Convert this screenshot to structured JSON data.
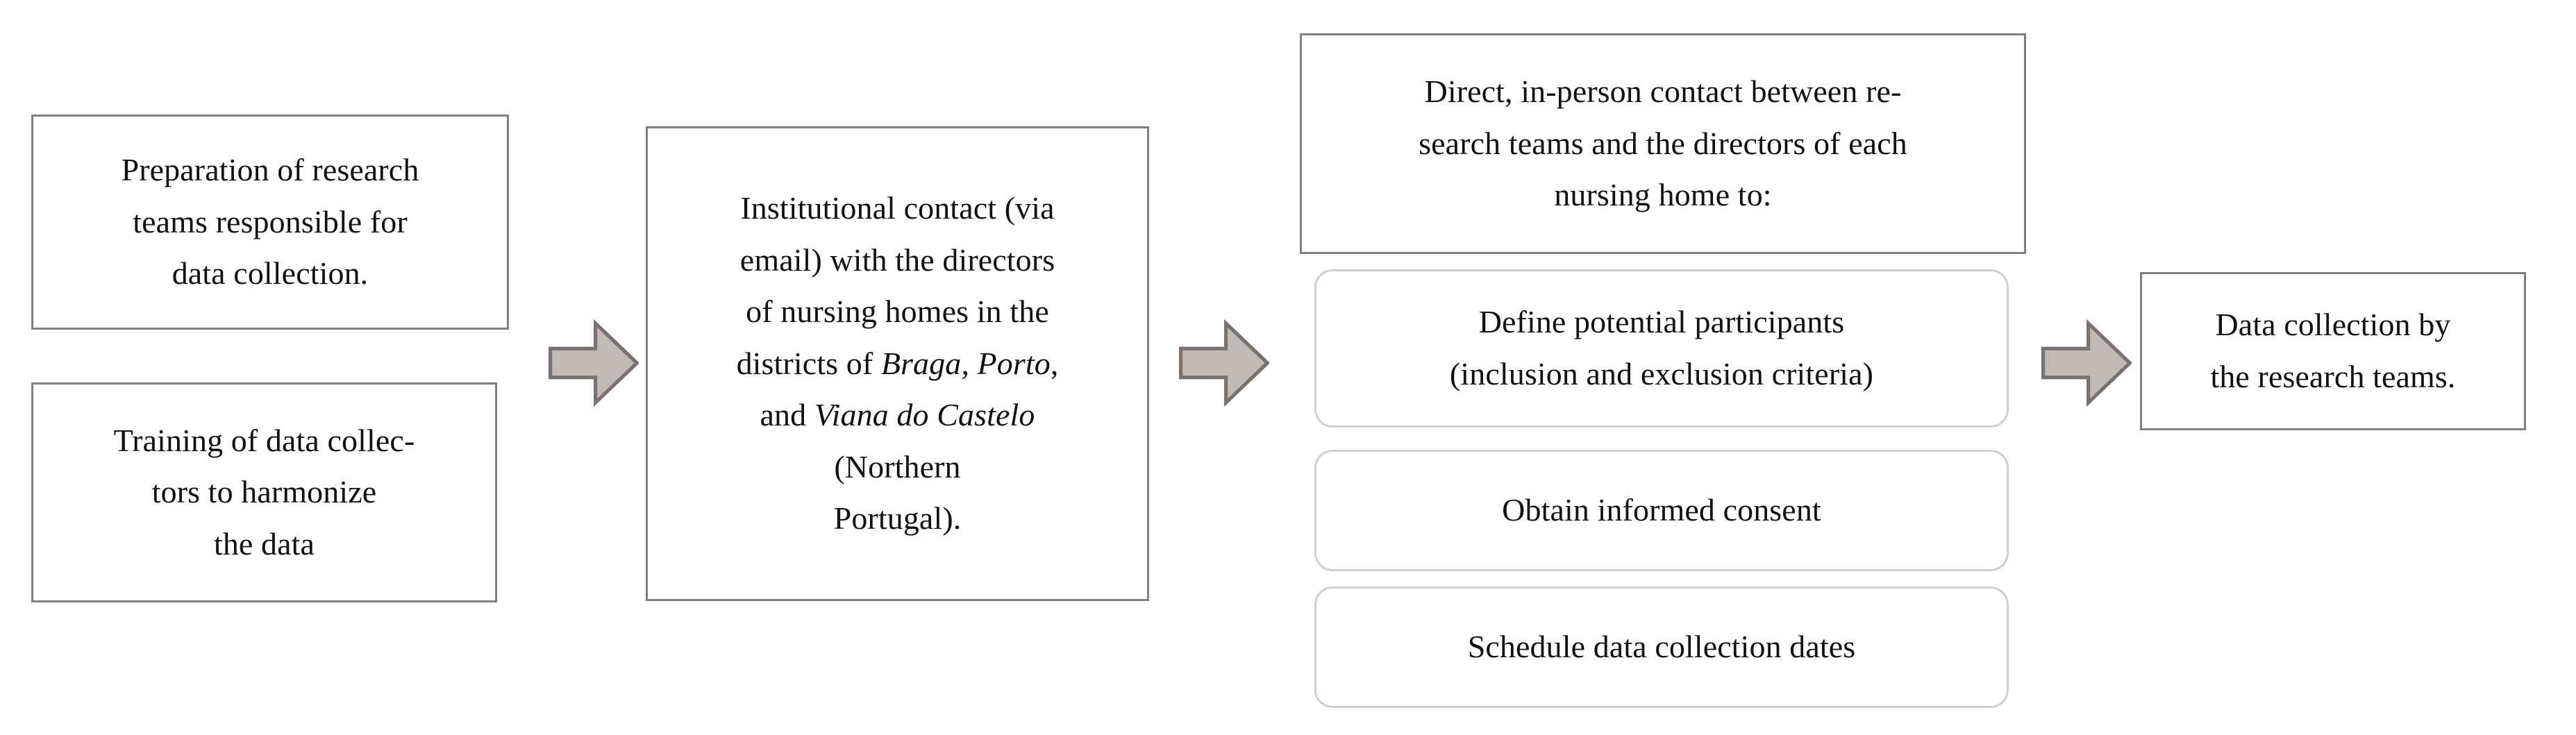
{
  "diagram": {
    "type": "flowchart",
    "orientation": "left-to-right",
    "title": "",
    "colors": {
      "box_border": "#7f7f7f",
      "round_box_border": "#cfcfcf",
      "box_fill": "#ffffff",
      "arrow_fill": "#bfb9b7",
      "arrow_border": "#7a7270",
      "text": "#111111",
      "background": "#ffffff"
    },
    "nodes": [
      {
        "id": "preparation",
        "shape": "rectangle",
        "column": 1,
        "lines": [
          "Preparation of research",
          "teams responsible for",
          "data collection."
        ],
        "text": "Preparation of research teams responsible for data collection."
      },
      {
        "id": "training",
        "shape": "rectangle",
        "column": 1,
        "lines": [
          "Training of data collec-",
          "tors to harmonize",
          "the data"
        ],
        "text": "Training of data collectors to harmonize the data"
      },
      {
        "id": "institutional-contact",
        "shape": "rectangle",
        "column": 2,
        "lines": [
          "Institutional contact (via",
          "email) with the directors",
          "of nursing homes in the",
          "districts of Braga, Porto,",
          "and Viana do Castelo",
          "(Northern",
          "Portugal)."
        ],
        "text": "Institutional contact (via email) with the directors of nursing homes in the districts of Braga, Porto, and Viana do Castelo (Northern Portugal).",
        "italic_terms": [
          "Braga",
          "Porto",
          "Viana do Castelo"
        ],
        "segments": [
          {
            "text": "Institutional contact (via email) with the directors of nursing homes in the districts of ",
            "style": "normal"
          },
          {
            "text": "Braga, Porto,",
            "style": "italic"
          },
          {
            "text": " and ",
            "style": "normal"
          },
          {
            "text": "Viana do Castelo",
            "style": "italic"
          },
          {
            "text": " (Northern Portugal).",
            "style": "normal"
          }
        ]
      },
      {
        "id": "direct-contact-header",
        "shape": "rectangle",
        "column": 3,
        "lines": [
          "Direct, in-person contact between re-",
          "search teams and the directors of each",
          "nursing home to:"
        ],
        "text": "Direct, in-person contact between research teams and the directors of each nursing home to:"
      },
      {
        "id": "define-participants",
        "shape": "rounded-rectangle",
        "column": 3,
        "lines": [
          "Define potential participants",
          "(inclusion and exclusion criteria)"
        ],
        "text": "Define potential participants (inclusion and exclusion criteria)"
      },
      {
        "id": "obtain-consent",
        "shape": "rounded-rectangle",
        "column": 3,
        "lines": [
          "Obtain informed consent"
        ],
        "text": "Obtain informed consent"
      },
      {
        "id": "schedule-dates",
        "shape": "rounded-rectangle",
        "column": 3,
        "lines": [
          "Schedule data collection dates"
        ],
        "text": "Schedule data collection dates"
      },
      {
        "id": "data-collection",
        "shape": "rectangle",
        "column": 4,
        "lines": [
          "Data collection by",
          "the research  teams."
        ],
        "text": "Data collection by the research teams."
      }
    ],
    "connectors": [
      {
        "id": "arrow-1",
        "glyph": "right-block-arrow",
        "from": "column-1",
        "to": "institutional-contact"
      },
      {
        "id": "arrow-2",
        "glyph": "right-block-arrow",
        "from": "institutional-contact",
        "to": "direct-contact-header"
      },
      {
        "id": "arrow-3",
        "glyph": "right-block-arrow",
        "from": "column-3",
        "to": "data-collection"
      }
    ]
  }
}
